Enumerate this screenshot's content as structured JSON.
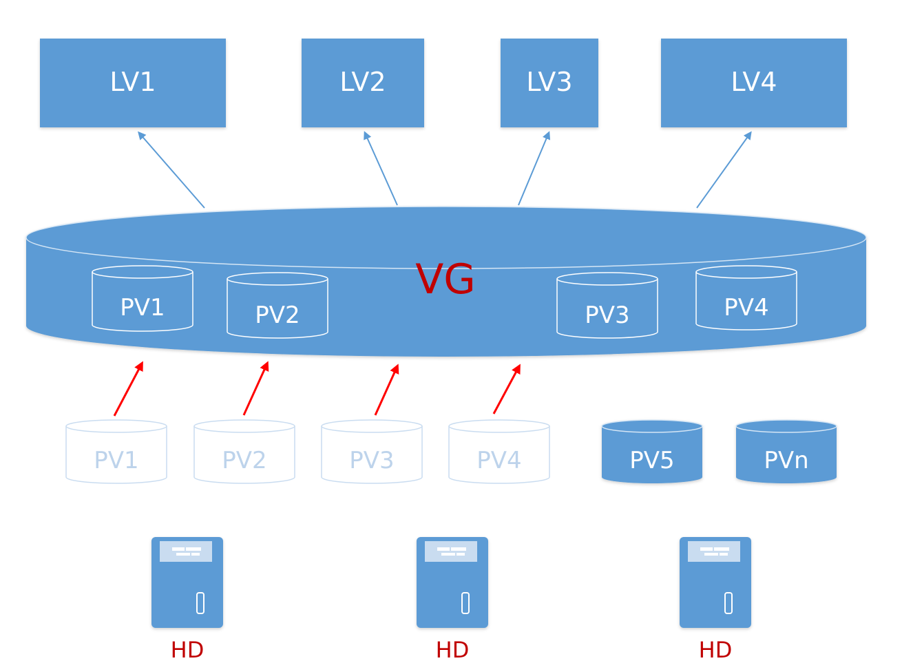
{
  "colors": {
    "fill": "#5b9bd5",
    "edge": "#d6e6f5",
    "faded": "#c9dcf0",
    "faded_text": "#bdd3eb",
    "arrow_blue": "#5b9bd5",
    "arrow_red": "#ff0000",
    "vg_text": "#c00000",
    "hd_text": "#c00000",
    "white": "#ffffff"
  },
  "logical_volumes": [
    {
      "label": "LV1"
    },
    {
      "label": "LV2"
    },
    {
      "label": "LV3"
    },
    {
      "label": "LV4"
    }
  ],
  "volume_group": {
    "label": "VG",
    "members": [
      {
        "label": "PV1"
      },
      {
        "label": "PV2"
      },
      {
        "label": "PV3"
      },
      {
        "label": "PV4"
      }
    ]
  },
  "physical_volumes": [
    {
      "label": "PV1",
      "assigned": true
    },
    {
      "label": "PV2",
      "assigned": true
    },
    {
      "label": "PV3",
      "assigned": true
    },
    {
      "label": "PV4",
      "assigned": true
    },
    {
      "label": "PV5",
      "assigned": false
    },
    {
      "label": "PVn",
      "assigned": false
    }
  ],
  "hard_disks": [
    {
      "label": "HD"
    },
    {
      "label": "HD"
    },
    {
      "label": "HD"
    }
  ]
}
